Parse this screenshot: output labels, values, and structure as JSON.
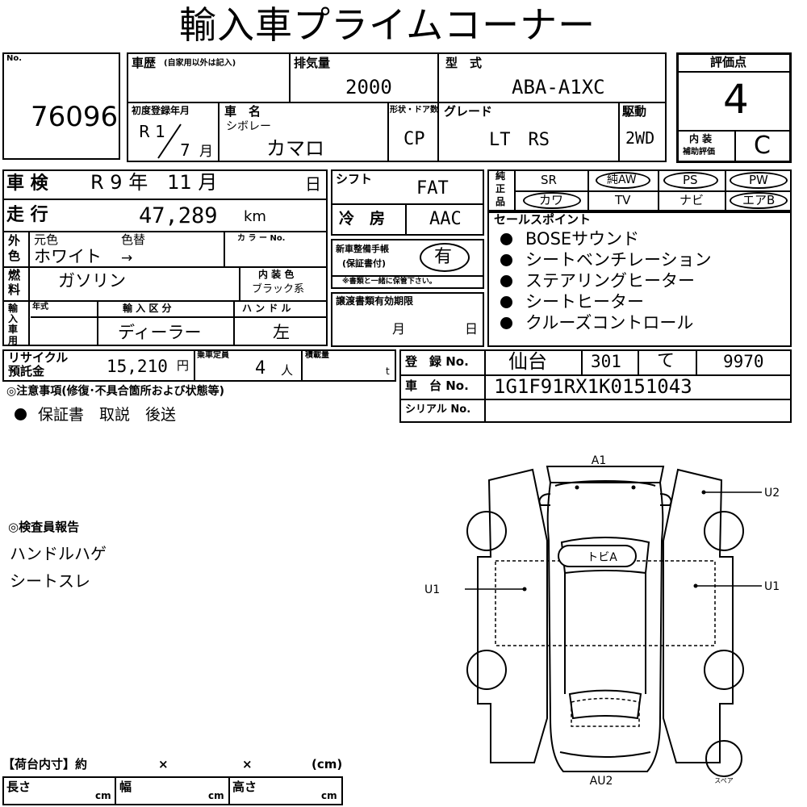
{
  "title": "輸入車プライムコーナー",
  "header": {
    "no_label": "No.",
    "no_value": "76096",
    "history_label": "車歴",
    "history_note": "(自家用以外は記入)",
    "displacement_label": "排気量",
    "displacement_value": "2000",
    "model_label": "型　式",
    "model_value": "ABA-A1XC",
    "first_reg_label": "初度登録年月",
    "first_reg_year": "R 1",
    "first_reg_month_num": "7",
    "first_reg_month_unit": "月",
    "carname_label": "車　名",
    "maker": "シボレー",
    "carname_value": "カマロ",
    "shape_label": "形状・ドア数",
    "shape_value": "CP",
    "grade_label": "グレード",
    "grade_value": "LT　RS",
    "drive_label": "駆動",
    "drive_value": "2WD",
    "score_label": "評価点",
    "score_value": "4",
    "interior_label1": "内 装",
    "interior_label2": "補助評価",
    "interior_value": "C"
  },
  "inspection": {
    "label": "車 検",
    "value": "R 9 年　11 月",
    "day_unit": "日"
  },
  "mileage": {
    "label": "走 行",
    "value": "47,289",
    "unit": "km"
  },
  "color": {
    "side1": "外",
    "side2": "色",
    "orig_label": "元色",
    "change_label": "色替",
    "value": "ホワイト",
    "arrow": "→",
    "code_label": "カ ラ ー No."
  },
  "fuel": {
    "side1": "燃",
    "side2": "料",
    "value": "ガソリン",
    "interior_color_label": "内 装 色",
    "interior_color_value": "ブラック系"
  },
  "import": {
    "side": "輸入車用",
    "year_label": "年式",
    "type_label": "輸 入 区 分",
    "type_value": "ディーラー",
    "handle_label": "ハ ン ド ル",
    "handle_value": "左"
  },
  "shift": {
    "label": "シフト",
    "value": "FAT"
  },
  "ac": {
    "label": "冷　房",
    "value": "AAC"
  },
  "maintenance": {
    "label1": "新車整備手帳",
    "label2": "(保証書付)",
    "value": "有",
    "note": "※書類と一緒に保管下さい。"
  },
  "transfer": {
    "label": "譲渡書類有効期限",
    "month_unit": "月",
    "day_unit": "日"
  },
  "genuine": {
    "side1": "純",
    "side2": "正",
    "side3": "品",
    "row1": [
      "SR",
      "純AW",
      "PS",
      "PW"
    ],
    "row2": [
      "カワ",
      "TV",
      "ナビ",
      "エアB"
    ]
  },
  "sales_points": {
    "label": "セールスポイント",
    "items": [
      "BOSEサウンド",
      "シートベンチレーション",
      "ステアリングヒーター",
      "シートヒーター",
      "クルーズコントロール"
    ]
  },
  "recycle": {
    "label1": "リサイクル",
    "label2": "預託金",
    "value": "15,210",
    "unit": "円",
    "capacity_label": "乗車定員",
    "capacity_value": "4",
    "capacity_unit": "人",
    "load_label": "積載量",
    "load_unit": "t"
  },
  "registration": {
    "reg_label": "登　録 No.",
    "reg_area": "仙台",
    "reg_class": "301",
    "reg_kana": "て",
    "reg_number": "9970",
    "chassis_label": "車　台 No.",
    "chassis_value": "1G1F91RX1K0151043",
    "serial_label": "シリアル No."
  },
  "notes": {
    "label": "◎注意事項(修復･不具合箇所および状態等)",
    "value": "保証書　取説　後送"
  },
  "inspector": {
    "label": "◎検査員報告",
    "lines": [
      "ハンドルハゲ",
      "シートスレ"
    ]
  },
  "diagram": {
    "a1": "A1",
    "u2": "U2",
    "u1_left": "U1",
    "u1_right": "U1",
    "tobi": "トビA",
    "au2": "AU2",
    "spare": "スペア"
  },
  "cargo": {
    "label": "【荷台内寸】約",
    "x1": "×",
    "x2": "×",
    "unit": "(cm)",
    "length_label": "長さ",
    "width_label": "幅",
    "height_label": "高さ",
    "cm": "cm"
  }
}
